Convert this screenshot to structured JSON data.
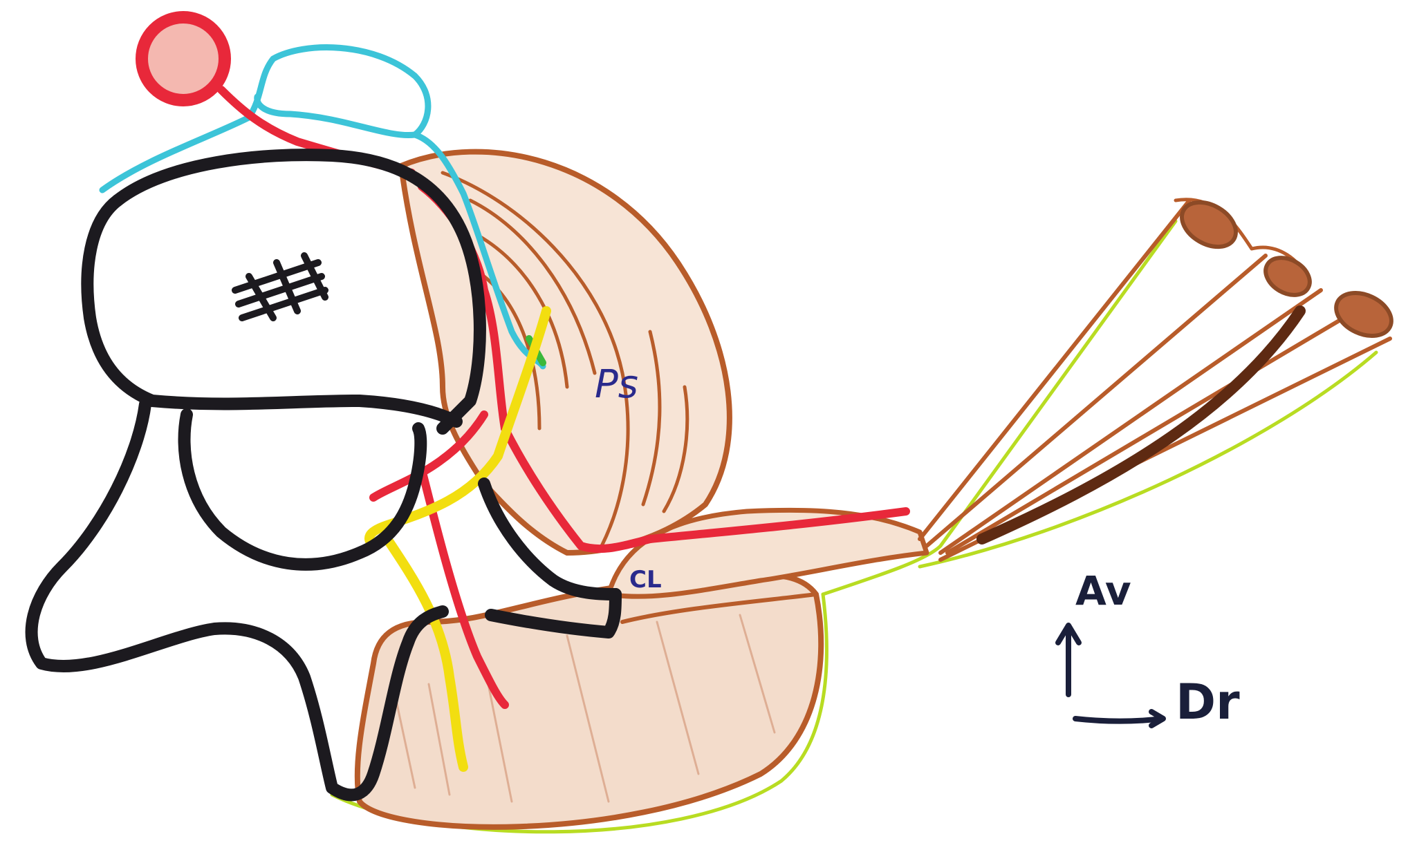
{
  "labels": {
    "bone_mark": "#",
    "muscle_label": "Ps",
    "ligament_label": "CL",
    "axis_vertical": "Av",
    "axis_horizontal": "Dr"
  },
  "colors": {
    "bone_outline": "#1c1a1f",
    "muscle": "#b85c2a",
    "muscle_dark": "#5e2a12",
    "nerve_red": "#e8283a",
    "vessel_cyan": "#3cc4d8",
    "nerve_yellow": "#f2de10",
    "outline_lime": "#b8dc22",
    "green_mark": "#3ab83a",
    "blue_label": "#2a2a8c",
    "arrow_ink": "#1a1f3a"
  }
}
